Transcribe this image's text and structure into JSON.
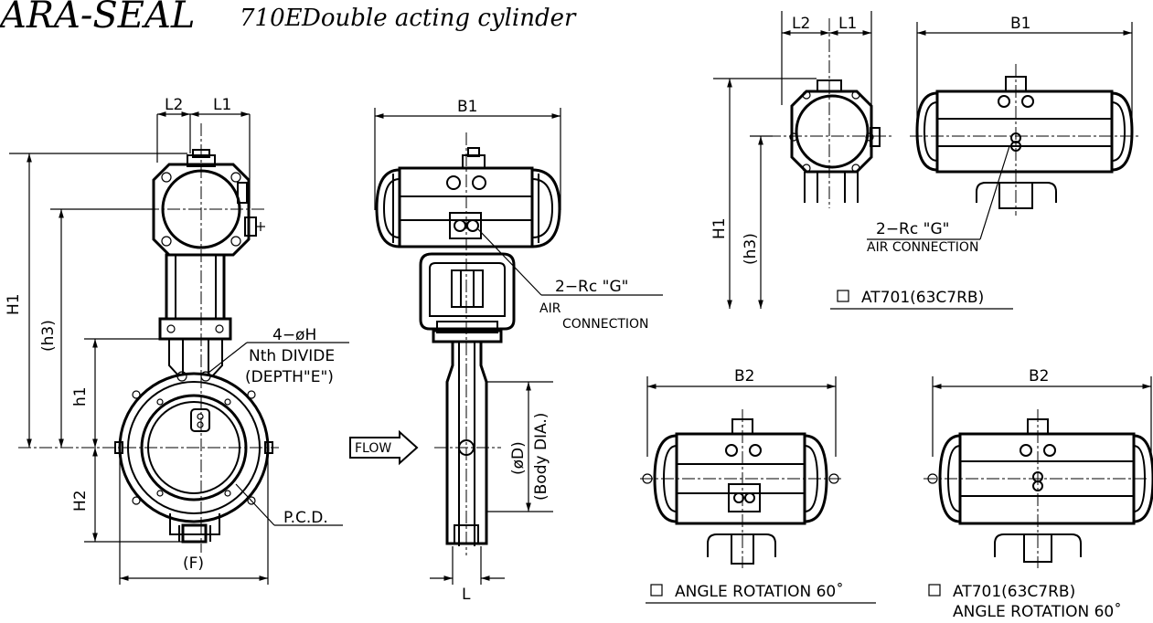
{
  "title": {
    "brand": "ARA-SEAL",
    "model": "710E",
    "subtitle": "Double acting cylinder"
  },
  "front_view": {
    "L2": "L2",
    "L1": "L1",
    "H1": "H1",
    "h3": "(h3)",
    "h1": "h1",
    "H2": "H2",
    "F": "(F)",
    "holes": "4−øH",
    "divide": "Nth DIVIDE",
    "depth": "(DEPTH\"E\")",
    "pcd": "P.C.D."
  },
  "side_view": {
    "B1": "B1",
    "air": "2−Rc \"G\"",
    "air_label1": "AIR",
    "air_label2": "CONNECTION",
    "flow": "FLOW",
    "D": "(øD)",
    "body_dia": "(Body DIA.)",
    "L": "L"
  },
  "at701": {
    "L2": "L2",
    "L1": "L1",
    "B1": "B1",
    "H1": "H1",
    "h3": "(h3)",
    "air": "2−Rc \"G\"",
    "air_label": "AIR CONNECTION",
    "caption": "AT701(63C7RB)"
  },
  "angle60": {
    "B2": "B2",
    "caption": "ANGLE ROTATION 60˚"
  },
  "at701_angle60": {
    "B2": "B2",
    "caption1": "AT701(63C7RB)",
    "caption2": "ANGLE ROTATION 60˚"
  }
}
